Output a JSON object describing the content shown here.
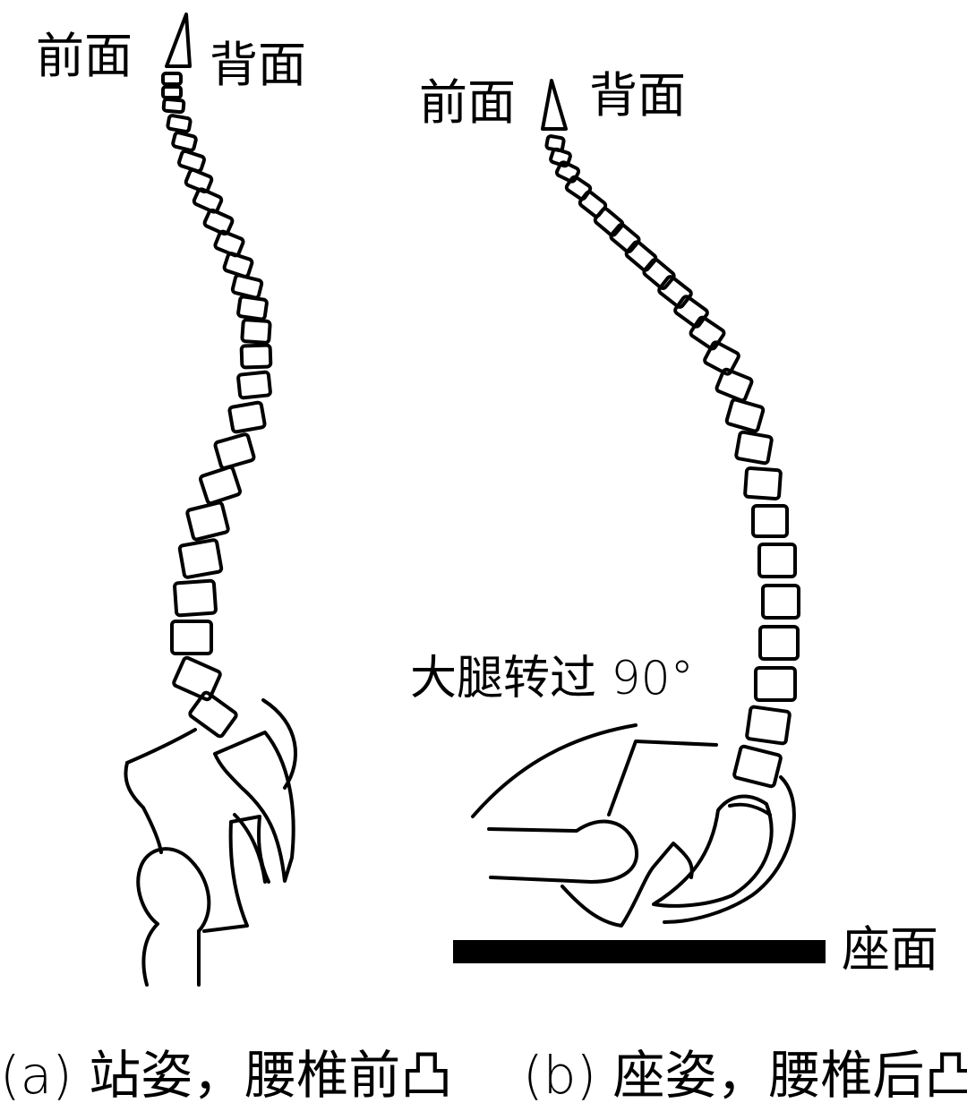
{
  "panel_a": {
    "front_label": "前面",
    "back_label": "背面",
    "caption": "(a) 站姿，腰椎前凸"
  },
  "panel_b": {
    "front_label": "前面",
    "back_label": "背面",
    "thigh_label": "大腿转过 90°",
    "seat_label": "座面",
    "caption": "(b) 座姿，腰椎后凸"
  },
  "colors": {
    "line": "#000000",
    "background": "#ffffff",
    "seat": "#000000"
  }
}
